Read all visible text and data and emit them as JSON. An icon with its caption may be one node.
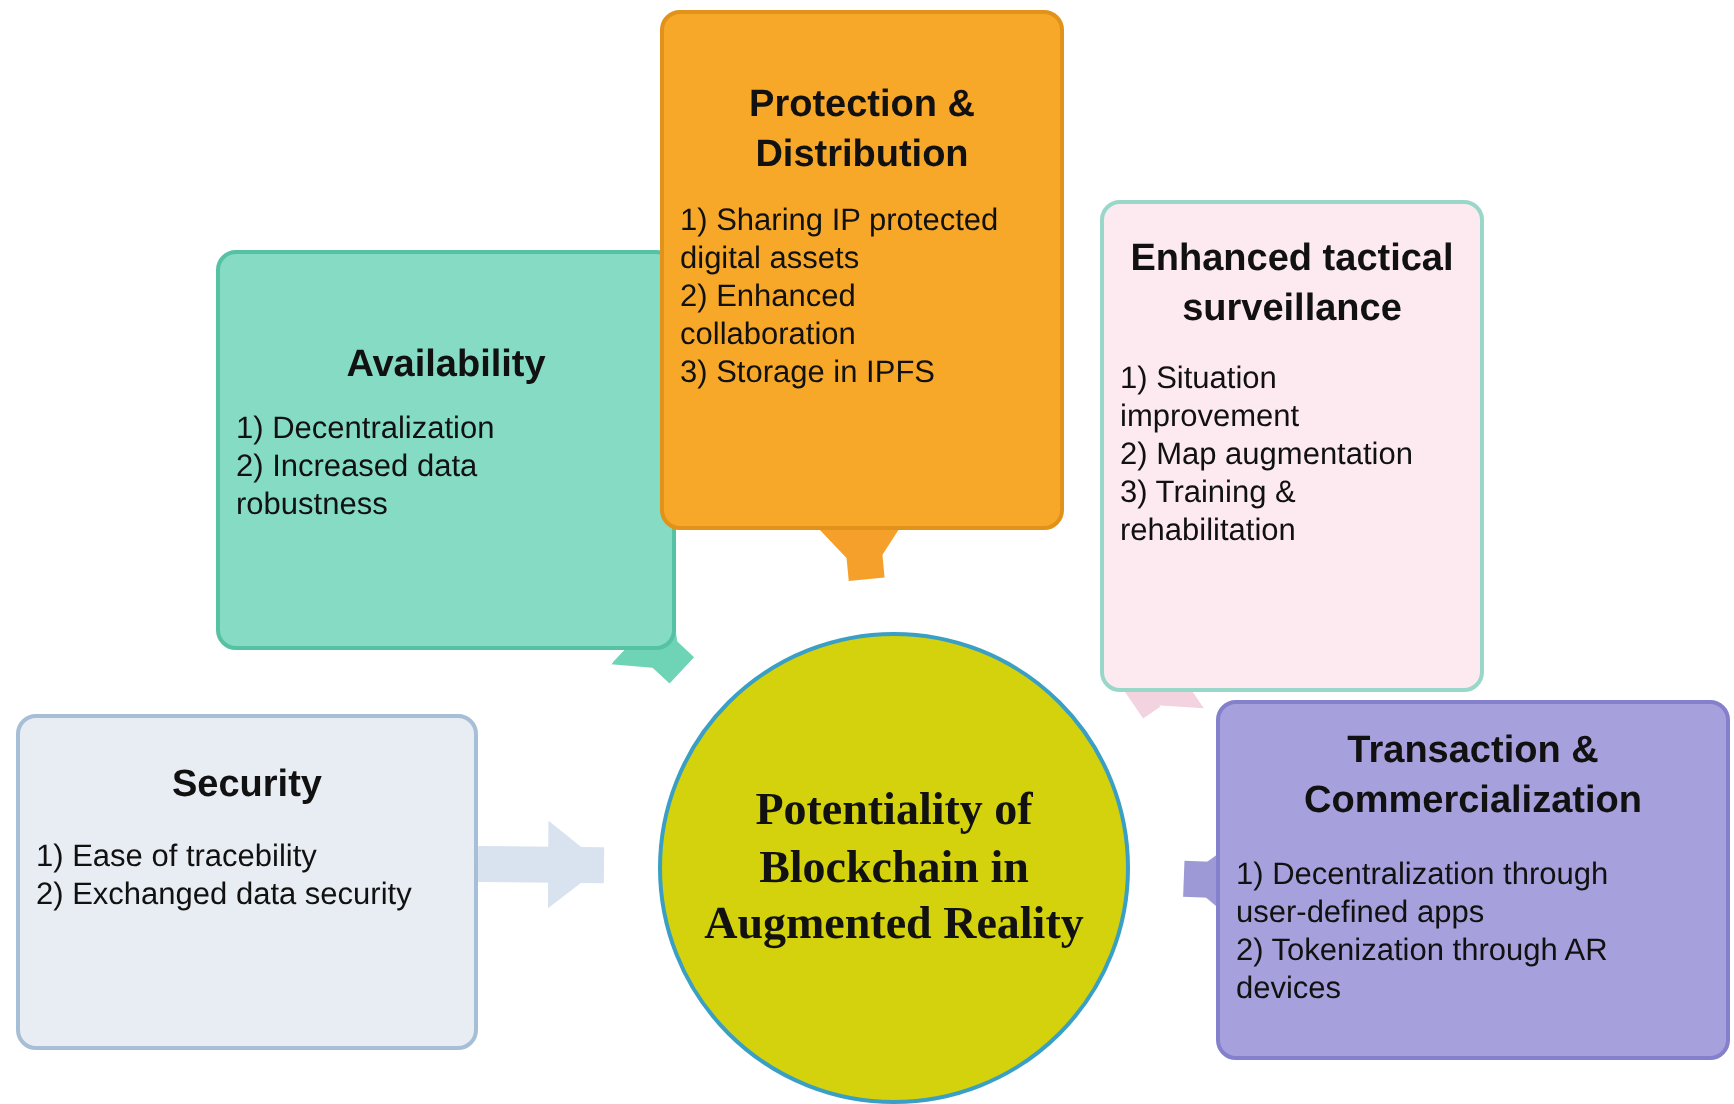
{
  "diagram": {
    "nodes": [
      {
        "text": [
          "Protection & Distribution",
          "1) Sharing IP protected digital assets",
          "2) Enhanced collaboration",
          "3) Storage in IPFS"
        ]
      },
      {
        "text": [
          "Enhanced tactical surveillance",
          "1) Situation improvement",
          "2) Map augmentation",
          "3) Training & rehabilitation"
        ]
      },
      {
        "text": [
          "Availability",
          "1) Decentralization",
          "2) Increased data robustness"
        ]
      },
      {
        "text": [
          "Security",
          "1) Ease of tracebility",
          "2) Exchanged data security"
        ]
      },
      {
        "text": [
          "Potentiality of Blockchain in Augmented Reality"
        ]
      },
      {
        "text": [
          "Transaction & Commercialization",
          "1) Decentralization through user-defined apps",
          "2) Tokenization through AR devices"
        ]
      }
    ],
    "edges": [
      {
        "from": 0,
        "to": 4,
        "arrow": "to",
        "color": "#f5a02a"
      },
      {
        "from": 1,
        "to": 4,
        "arrow": "to",
        "color": "#f3d3df"
      },
      {
        "from": 2,
        "to": 4,
        "arrow": "to",
        "color": "#6fd3b6"
      },
      {
        "from": 3,
        "to": 4,
        "arrow": "to",
        "color": "#d9e3ef"
      },
      {
        "from": 5,
        "to": 4,
        "arrow": "to",
        "color": "#9d98d6"
      }
    ]
  }
}
